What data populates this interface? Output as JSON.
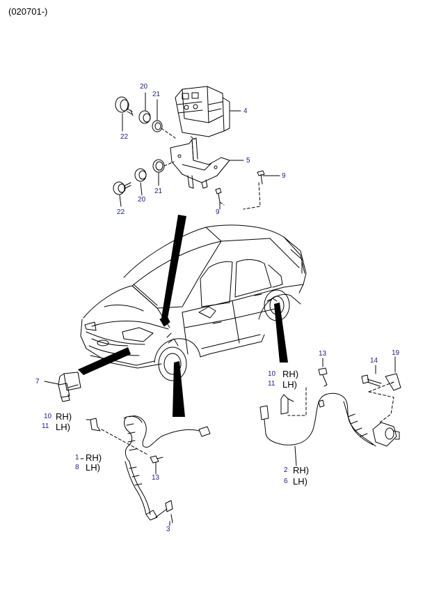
{
  "header": {
    "code": "(020701-)"
  },
  "callouts": {
    "c1": "1",
    "c2": "2",
    "c3": "3",
    "c4": "4",
    "c5": "5",
    "c6": "6",
    "c7": "7",
    "c8": "8",
    "c9a": "9",
    "c9b": "9",
    "c10a": "10",
    "c10b": "10",
    "c11a": "11",
    "c11b": "11",
    "c13a": "13",
    "c13b": "13",
    "c14": "14",
    "c19": "19",
    "c20a": "20",
    "c20b": "20",
    "c21a": "21",
    "c21b": "21",
    "c22a": "22",
    "c22b": "22"
  },
  "sides": {
    "rh": "RH)",
    "lh": "LH)"
  },
  "colors": {
    "line": "#000000",
    "callout": "#1a1a8c"
  }
}
